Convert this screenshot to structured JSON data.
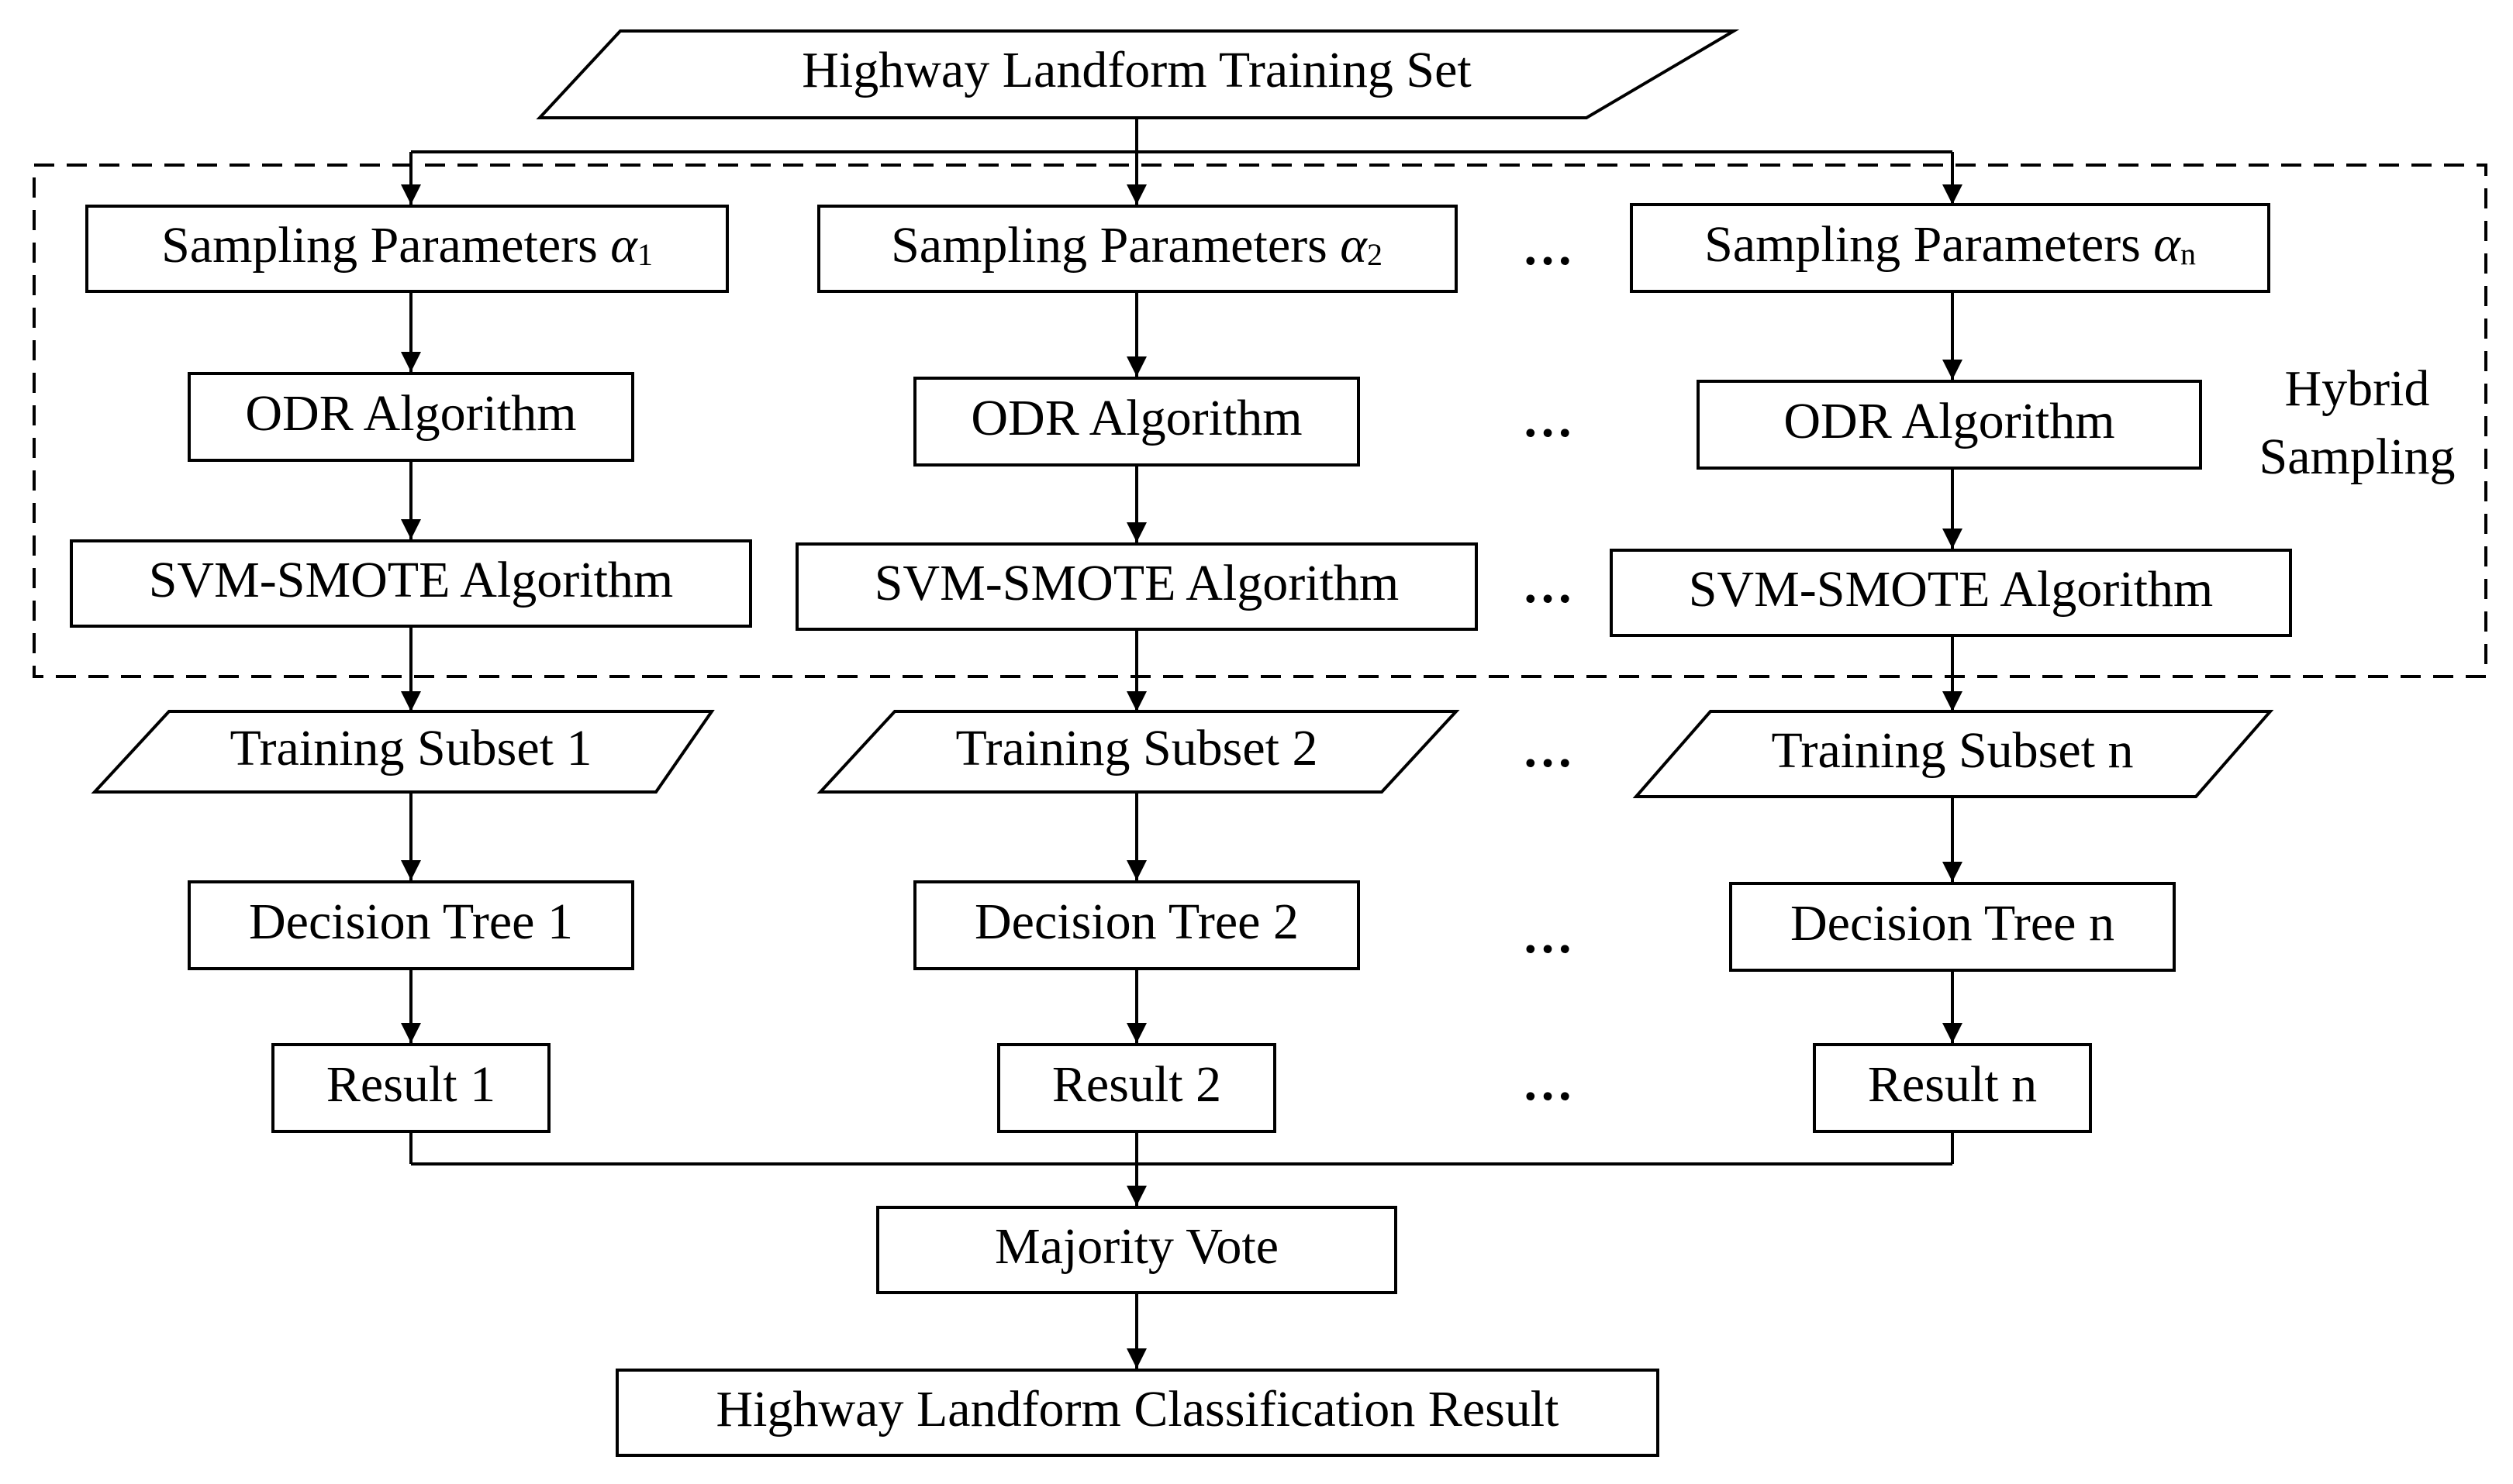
{
  "top": {
    "input_label": "Highway Landform Training Set"
  },
  "hybrid_label": {
    "line1": "Hybrid",
    "line2": "Sampling"
  },
  "columns": [
    {
      "param_prefix": "Sampling Parameters ",
      "param_symbol": "α",
      "param_sub": "1",
      "odr": "ODR Algorithm",
      "svm": "SVM-SMOTE Algorithm",
      "subset": "Training Subset 1",
      "tree": "Decision Tree 1",
      "result": "Result 1"
    },
    {
      "param_prefix": "Sampling Parameters ",
      "param_symbol": "α",
      "param_sub": "2",
      "odr": "ODR Algorithm",
      "svm": "SVM-SMOTE Algorithm",
      "subset": "Training Subset 2",
      "tree": "Decision Tree 2",
      "result": "Result 2"
    },
    {
      "param_prefix": "Sampling Parameters ",
      "param_symbol": "α",
      "param_sub": "n",
      "odr": "ODR Algorithm",
      "svm": "SVM-SMOTE Algorithm",
      "subset": "Training Subset n",
      "tree": "Decision Tree n",
      "result": "Result n"
    }
  ],
  "ellipsis": "…",
  "vote": "Majority Vote",
  "output": "Highway Landform Classification Result"
}
